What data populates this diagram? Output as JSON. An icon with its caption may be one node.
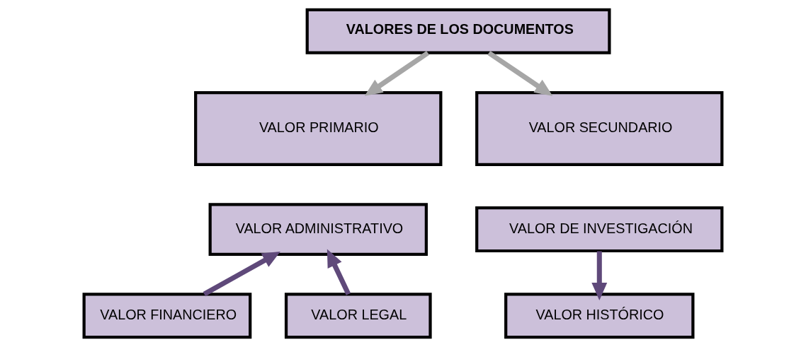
{
  "diagram": {
    "nodes": [
      {
        "text": [
          "VALORES DE LOS DOCUMENTOS"
        ]
      },
      {
        "text": [
          "VALOR PRIMARIO"
        ]
      },
      {
        "text": [
          "VALOR SECUNDARIO"
        ]
      },
      {
        "text": [
          "VALOR ADMINISTRATIVO"
        ]
      },
      {
        "text": [
          "VALOR DE INVESTIGACIÓN"
        ]
      },
      {
        "text": [
          "VALOR FINANCIERO"
        ]
      },
      {
        "text": [
          "VALOR LEGAL"
        ]
      },
      {
        "text": [
          "VALOR HISTÓRICO"
        ]
      }
    ],
    "edges": [
      {
        "from": 0,
        "to": 1,
        "arrow": "to",
        "color": "#a6a6a6"
      },
      {
        "from": 0,
        "to": 2,
        "arrow": "to",
        "color": "#a6a6a6"
      },
      {
        "from": 5,
        "to": 3,
        "arrow": "to"
      },
      {
        "from": 6,
        "to": 3,
        "arrow": "to"
      },
      {
        "from": 4,
        "to": 7,
        "arrow": "to"
      }
    ]
  }
}
